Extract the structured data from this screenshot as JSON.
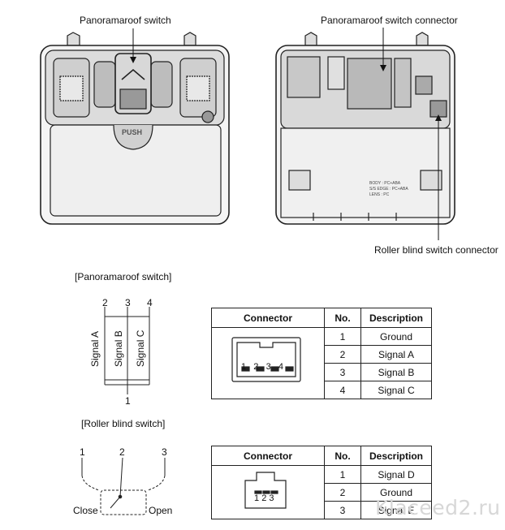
{
  "top": {
    "left_callout": "Panoramaroof switch",
    "right_callout": "Panoramaroof switch connector",
    "roller_callout": "Roller blind switch connector",
    "push_label": "PUSH",
    "board_text": [
      "BODY : PC+ABA",
      "S/S EDGE : PC+ABA",
      "LENS : PC"
    ]
  },
  "panoramaroof": {
    "section_title": "[Panoramaroof switch]",
    "pins_top": [
      "2",
      "3",
      "4"
    ],
    "pin_bottom": "1",
    "signals": [
      "Signal A",
      "Signal B",
      "Signal C"
    ],
    "table": {
      "headers": [
        "Connector",
        "No.",
        "Description"
      ],
      "connector_pins": [
        "1",
        "2",
        "3",
        "4"
      ],
      "rows": [
        {
          "no": "1",
          "desc": "Ground"
        },
        {
          "no": "2",
          "desc": "Signal A"
        },
        {
          "no": "3",
          "desc": "Signal B"
        },
        {
          "no": "4",
          "desc": "Signal C"
        }
      ]
    }
  },
  "roller": {
    "section_title": "[Roller blind switch]",
    "pins": [
      "1",
      "2",
      "3"
    ],
    "close_label": "Close",
    "open_label": "Open",
    "table": {
      "headers": [
        "Connector",
        "No.",
        "Description"
      ],
      "connector_pins": [
        "1",
        "2",
        "3"
      ],
      "rows": [
        {
          "no": "1",
          "desc": "Signal D"
        },
        {
          "no": "2",
          "desc": "Ground"
        },
        {
          "no": "3",
          "desc": "Signal E"
        }
      ]
    }
  },
  "watermark": "Klaceed2.ru"
}
